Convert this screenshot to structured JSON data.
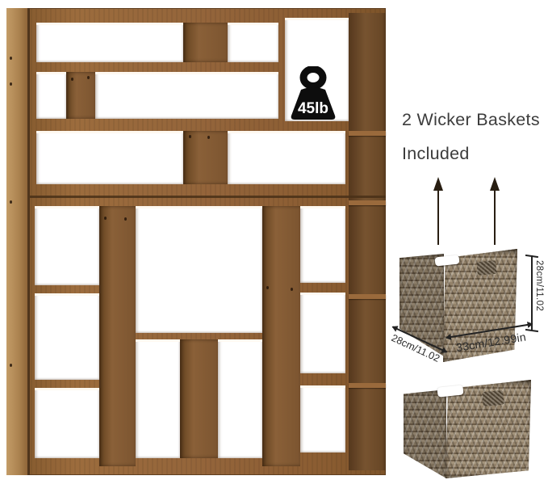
{
  "bookshelf": {
    "weight_badge": {
      "label": "45lb"
    }
  },
  "annotation": {
    "line1": "2 Wicker Baskets",
    "line2": "Included"
  },
  "baskets": {
    "dimensions": {
      "height_label": "28cm/11.02",
      "depth_label": "28cm/11.02",
      "width_label": "33cm/12.99in"
    }
  },
  "icons": {
    "weight": "kettlebell-weight-icon",
    "arrows": "up-arrow-icon"
  },
  "colors": {
    "wood_light": "#b18a58",
    "wood_mid": "#96683a",
    "wood_dark": "#6b4a28",
    "basket": "#93826a",
    "heading_text": "#3c3c3c",
    "dimension_text": "#2b2b2b",
    "weight_icon": "#0d0d0d",
    "arrow": "#281e12",
    "background": "#ffffff"
  }
}
